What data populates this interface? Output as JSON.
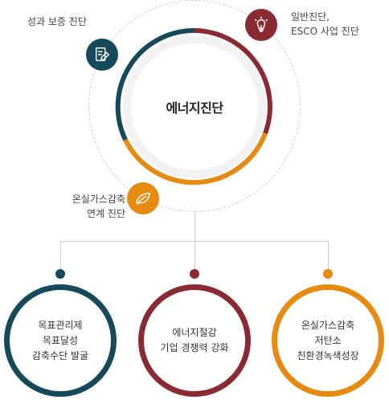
{
  "center": {
    "title": "에너지진단",
    "ring_colors": {
      "teal": "#164a5b",
      "red": "#8a2a33",
      "orange": "#e78a12"
    }
  },
  "badges": [
    {
      "icon": "document-pen-icon",
      "label_lines": [
        "성과 보증 진단"
      ],
      "color": "#164a5b"
    },
    {
      "icon": "lightbulb-icon",
      "label_lines": [
        "일반진단,",
        "ESCO 사업 진단"
      ],
      "color": "#8a2a33"
    },
    {
      "icon": "leaf-icon",
      "label_lines": [
        "온실가스감축",
        "연계 진단"
      ],
      "color": "#e78a12"
    }
  ],
  "outcomes": [
    {
      "lines": [
        "목표관리제",
        "목표달성",
        "감축수단 발굴"
      ],
      "color": "#164a5b"
    },
    {
      "lines": [
        "에너지절감",
        "기업 경쟁력 강화"
      ],
      "color": "#8a2a33"
    },
    {
      "lines": [
        "온실가스감축",
        "저탄소",
        "친환경녹색성장"
      ],
      "color": "#e78a12"
    }
  ]
}
